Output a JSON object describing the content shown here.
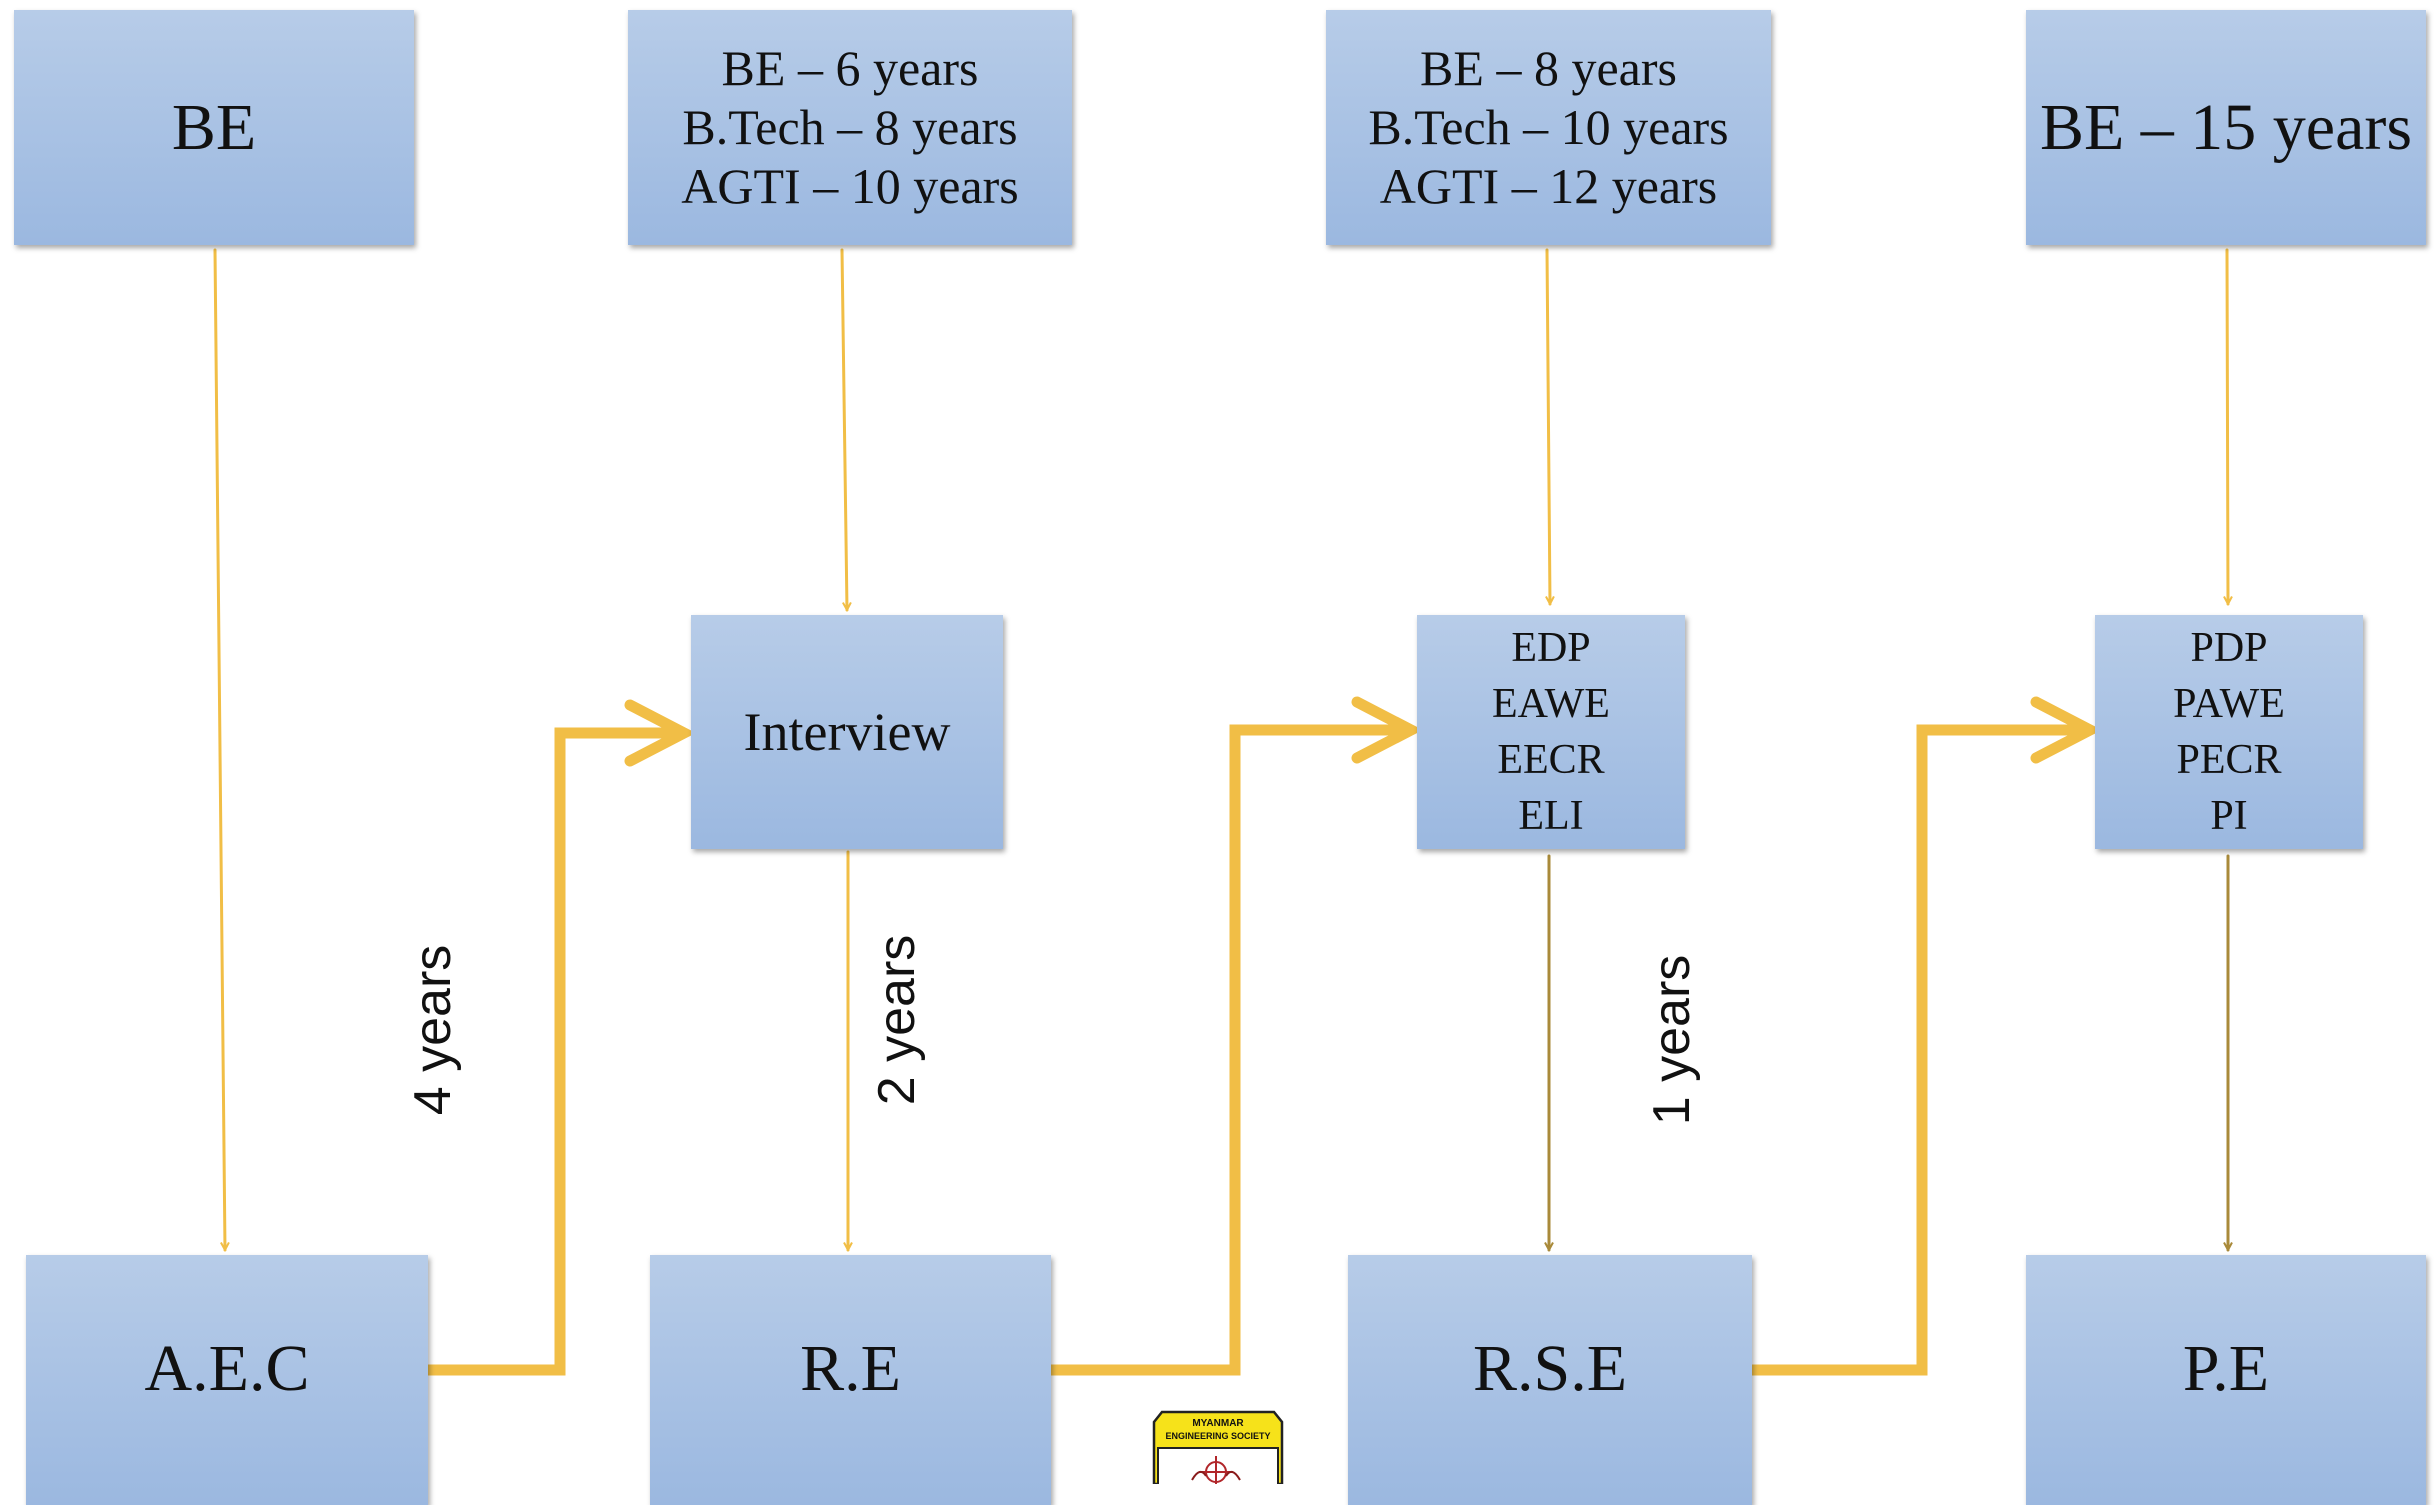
{
  "colors": {
    "box_top": "#b7cce8",
    "box_bottom": "#9bb8e0",
    "arrow_yellow": "#f1be46",
    "arrow_brown": "#a98a3a"
  },
  "boxes": {
    "top1": [
      "BE"
    ],
    "top2": [
      "BE – 6 years",
      "B.Tech – 8 years",
      "AGTI – 10 years"
    ],
    "top3": [
      "BE – 8 years",
      "B.Tech – 10 years",
      "AGTI – 12 years"
    ],
    "top4": [
      "BE – 15 years"
    ],
    "mid2": [
      "Interview"
    ],
    "mid3": [
      "EDP",
      "EAWE",
      "EECR",
      "ELI"
    ],
    "mid4": [
      "PDP",
      "PAWE",
      "PECR",
      "PI"
    ],
    "bot1": [
      "A.E.C"
    ],
    "bot2": [
      "R.E"
    ],
    "bot3": [
      "R.S.E"
    ],
    "bot4": [
      "P.E"
    ]
  },
  "durations": {
    "aec_to_interview": "4 years",
    "interview_to_re": "2 years",
    "edp_to_rse": "1 years"
  },
  "logo": {
    "text_line1": "MYANMAR",
    "text_line2": "ENGINEERING SOCIETY"
  }
}
